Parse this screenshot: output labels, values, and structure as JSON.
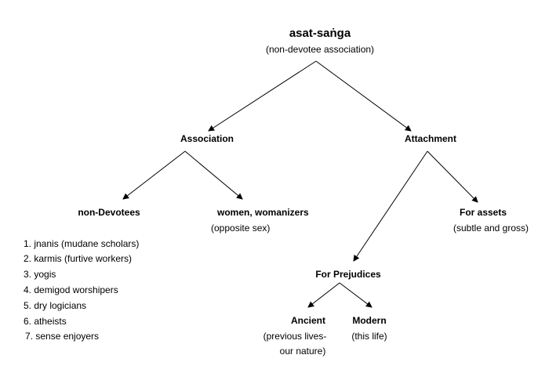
{
  "root": {
    "title": "asat-saṅga",
    "subtitle": "(non-devotee association)"
  },
  "association": {
    "label": "Association"
  },
  "attachment": {
    "label": "Attachment"
  },
  "non_devotees": {
    "label": "non-Devotees",
    "items": [
      "1. jnanis (mudane scholars)",
      "2. karmis (furtive workers)",
      "3. yogis",
      "4. demigod worshipers",
      "5. dry logicians",
      "6. atheists",
      "7. sense enjoyers"
    ]
  },
  "women": {
    "label": "women, womanizers",
    "note": "(opposite sex)"
  },
  "assets": {
    "label": "For assets",
    "note": "(subtle and gross)"
  },
  "prejudices": {
    "label": "For Prejudices"
  },
  "ancient": {
    "label": "Ancient",
    "note_line1": "(previous lives-",
    "note_line2": "our nature)"
  },
  "modern": {
    "label": "Modern",
    "note": "(this life)"
  }
}
